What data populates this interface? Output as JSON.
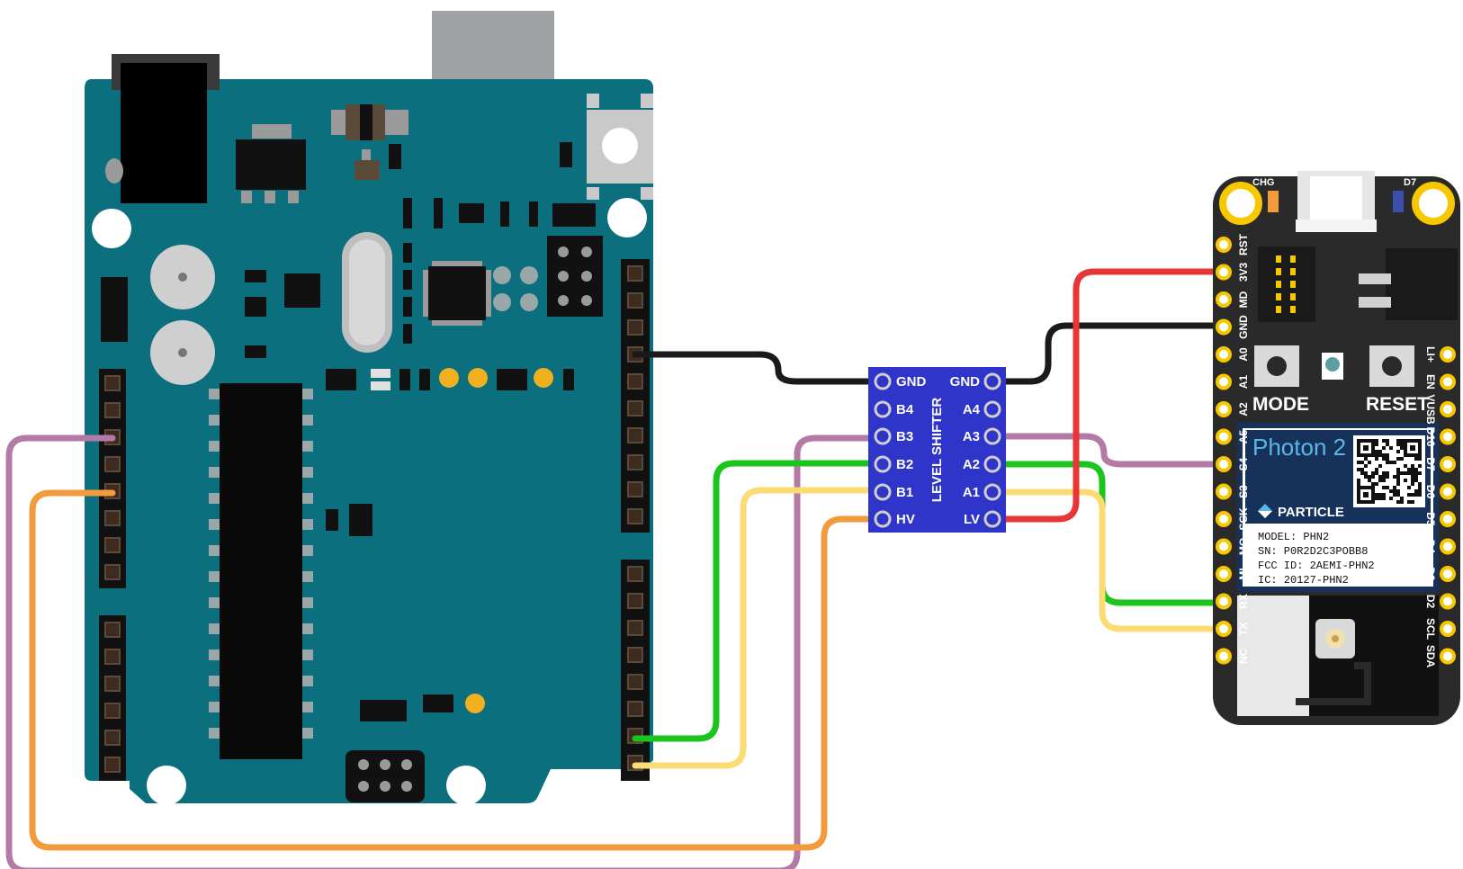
{
  "shifter": {
    "title": "LEVEL SHIFTER",
    "left_pins": [
      "GND",
      "B4",
      "B3",
      "B2",
      "B1",
      "HV"
    ],
    "right_pins": [
      "GND",
      "A4",
      "A3",
      "A2",
      "A1",
      "LV"
    ]
  },
  "photon": {
    "title": "Photon 2",
    "brand": "PARTICLE",
    "mode_label": "MODE",
    "reset_label": "RESET",
    "chg_label": "CHG",
    "d7_label": "D7",
    "info": [
      "MODEL: PHN2",
      "SN: P0R2D2C3POBB8",
      "FCC ID: 2AEMI-PHN2",
      "IC: 20127-PHN2"
    ],
    "left_pins": [
      "RST",
      "3V3",
      "MD",
      "GND",
      "A0",
      "A1",
      "A2",
      "A5",
      "S4",
      "S3",
      "SCK",
      "MO",
      "MI",
      "RX",
      "TX",
      "NC"
    ],
    "right_pins": [
      "LI+",
      "EN",
      "VUSB",
      "D10",
      "D7",
      "D6",
      "D5",
      "D4",
      "D3",
      "D2",
      "SCL",
      "SDA"
    ]
  },
  "wire_colors": {
    "gnd": "#1a1a1a",
    "power": "#e83535",
    "hv": "#f39a3c",
    "b3": "#b47aa6",
    "b2": "#1cc51c",
    "b1": "#fadb74"
  },
  "board_colors": {
    "arduino": "#0b6f7e",
    "shifter": "#2f35c9",
    "photon": "#2a2a2a"
  }
}
